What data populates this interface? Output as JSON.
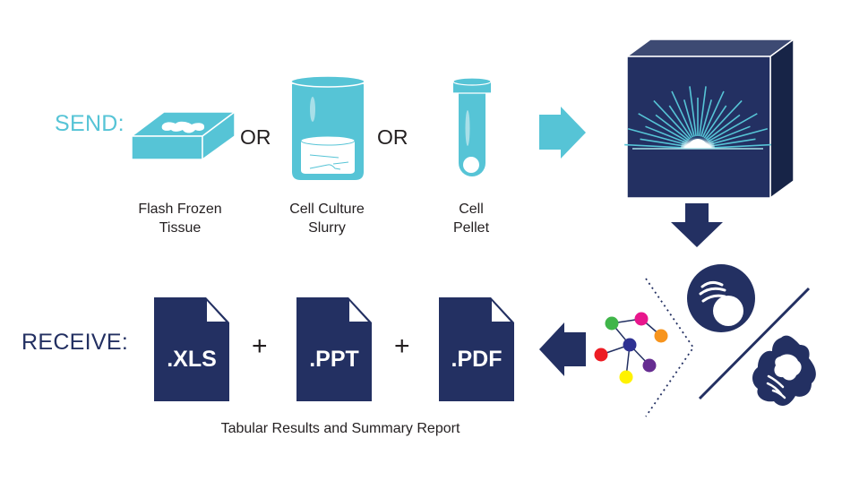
{
  "colors": {
    "teal": "#56c4d6",
    "navy": "#233062",
    "navy_dark": "#172447",
    "navy_top": "#3d4a73",
    "text": "#231f20",
    "network_nodes": [
      "#3fb549",
      "#e8168c",
      "#f7941d",
      "#ed1c24",
      "#2e3192",
      "#662d91",
      "#fff200"
    ]
  },
  "send": {
    "label": "SEND:",
    "connector": "OR",
    "samples": [
      {
        "icon": "tissue-box-icon",
        "line1": "Flash Frozen",
        "line2": "Tissue"
      },
      {
        "icon": "beaker-icon",
        "line1": "Cell Culture",
        "line2": "Slurry"
      },
      {
        "icon": "test-tube-icon",
        "line1": "Cell",
        "line2": "Pellet"
      }
    ]
  },
  "process": {
    "instrument_icon": "analyzer-box-icon",
    "arrow_in": "arrow-right-icon",
    "arrow_down": "arrow-down-icon",
    "analysis_icons": [
      "cell-network-icon",
      "round-cell-icon",
      "irregular-cell-icon"
    ],
    "arrow_out": "arrow-left-icon"
  },
  "receive": {
    "label": "RECEIVE:",
    "connector": "+",
    "files": [
      {
        "ext": ".XLS",
        "icon": "xls-file-icon"
      },
      {
        "ext": ".PPT",
        "icon": "ppt-file-icon"
      },
      {
        "ext": ".PDF",
        "icon": "pdf-file-icon"
      }
    ],
    "caption": "Tabular Results and Summary Report"
  }
}
